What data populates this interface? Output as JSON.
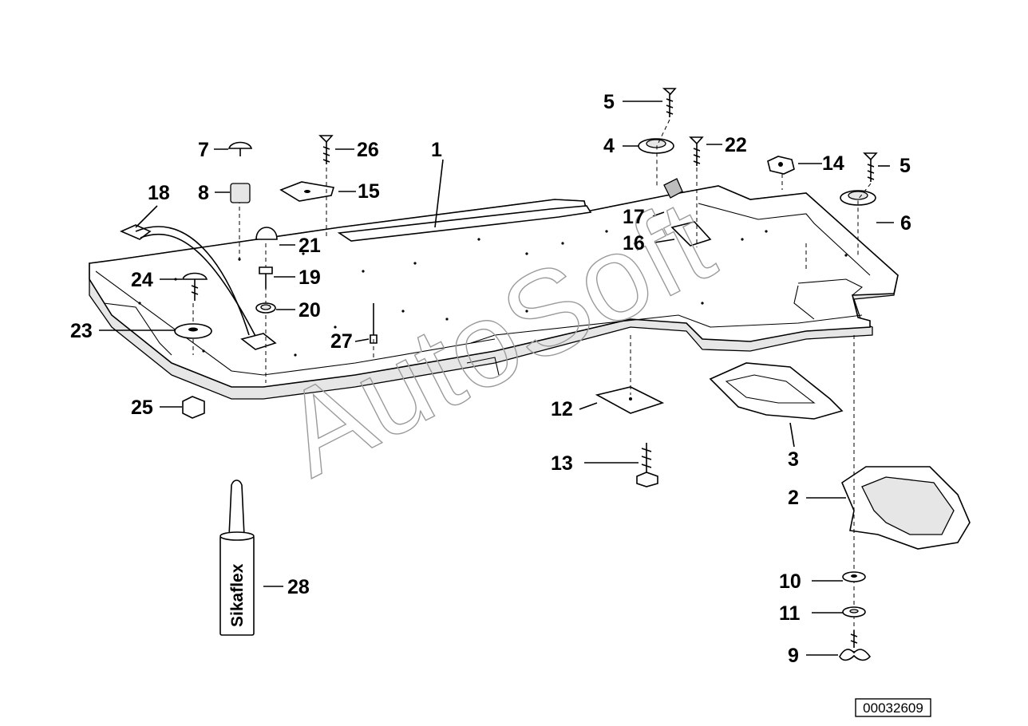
{
  "watermark": "AutoSoft",
  "tube_label": "Sikaflex",
  "reference_number": "00032609",
  "callouts": [
    "1",
    "2",
    "3",
    "4",
    "5",
    "5",
    "6",
    "7",
    "8",
    "9",
    "10",
    "11",
    "12",
    "13",
    "14",
    "15",
    "16",
    "17",
    "18",
    "19",
    "20",
    "21",
    "22",
    "23",
    "24",
    "25",
    "26",
    "27",
    "28"
  ]
}
